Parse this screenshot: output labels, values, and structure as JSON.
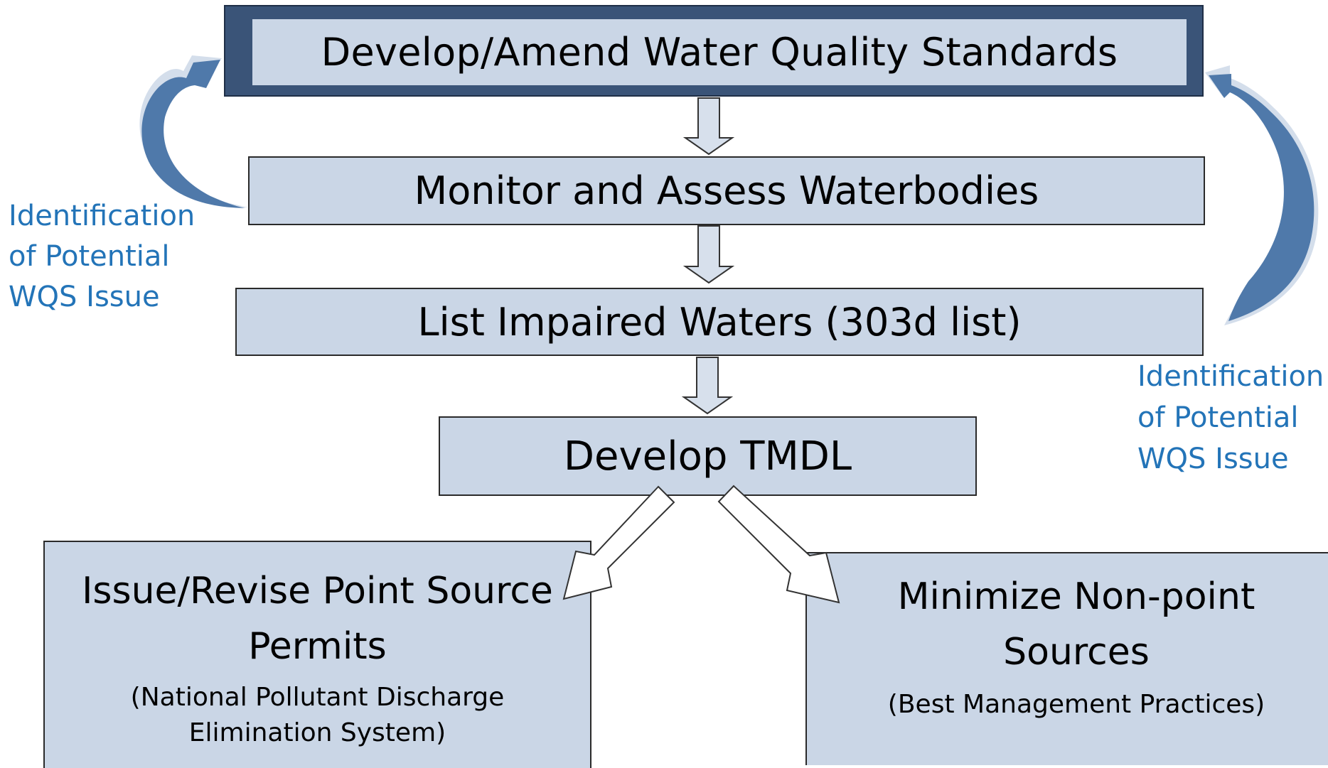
{
  "steps": {
    "standards": "Develop/Amend Water Quality Standards",
    "monitor": "Monitor and Assess Waterbodies",
    "list": "List Impaired Waters (303d list)",
    "tmdl": "Develop TMDL",
    "point_line1": "Issue/Revise Point Source",
    "point_line2": "Permits",
    "point_sub1": "(National Pollutant Discharge",
    "point_sub2": "Elimination System)",
    "nonpoint_line1": "Minimize Non-point",
    "nonpoint_line2": "Sources",
    "nonpoint_sub": "(Best Management Practices)"
  },
  "feedback": {
    "left": [
      "Identification",
      "of Potential",
      "WQS Issue"
    ],
    "right": [
      "Identification",
      "of Potential",
      "WQS Issue"
    ]
  },
  "colors": {
    "box_fill": "#cad6e6",
    "top_frame": "#3a5478",
    "feedback_text": "#2374b8",
    "curved_arrow": "#4f79aa"
  }
}
